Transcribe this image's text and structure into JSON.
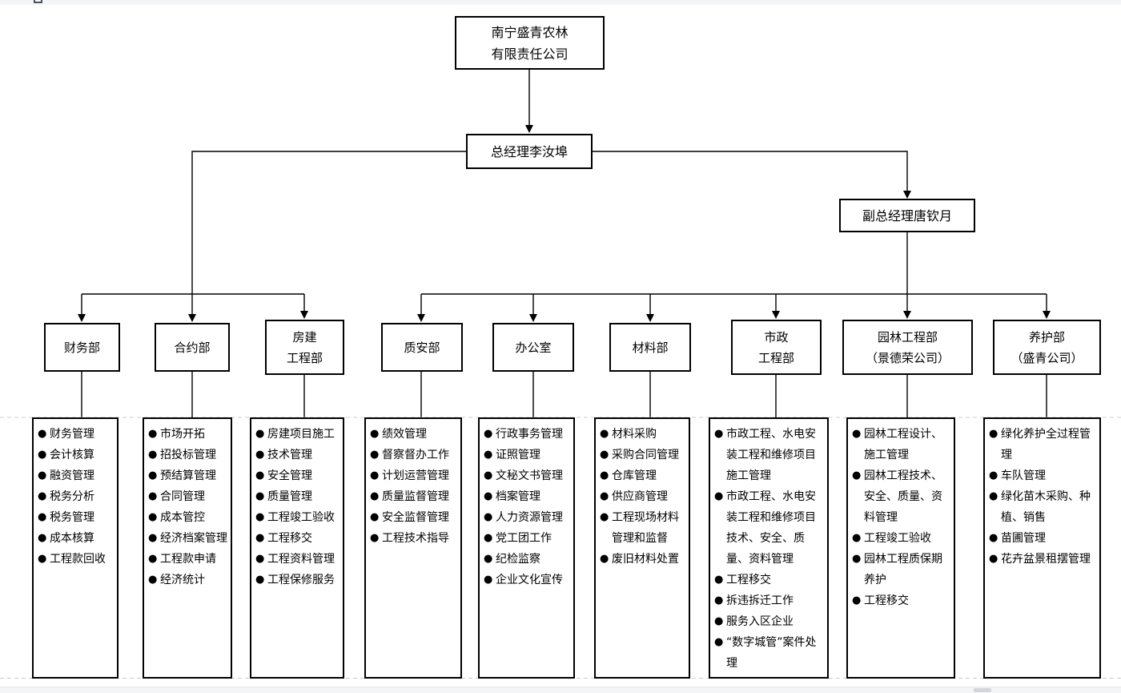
{
  "company": {
    "name_lines": [
      "南宁盛青农林",
      "有限责任公司"
    ]
  },
  "general_manager": {
    "label": "总经理李汝埠"
  },
  "deputy_general_manager": {
    "label": "副总经理唐钦月"
  },
  "bullet": "●",
  "colors": {
    "line": "#000000",
    "dashed_gridline": "#cccccc",
    "chrome_bar": "#f4f5f7",
    "scroll_thumb": "#d2d5d9"
  },
  "icons": {
    "top_left": "window-control-icon",
    "bottom_right": "horizontal-scrollbar-thumb"
  },
  "departments": [
    {
      "name_lines": [
        "财务部"
      ],
      "items": [
        "财务管理",
        "会计核算",
        "融资管理",
        "税务分析",
        "税务管理",
        "成本核算",
        "工程款回收"
      ]
    },
    {
      "name_lines": [
        "合约部"
      ],
      "items": [
        "市场开拓",
        "招投标管理",
        "预结算管理",
        "合同管理",
        "成本管控",
        "经济档案管理",
        "工程款申请",
        "经济统计"
      ]
    },
    {
      "name_lines": [
        "房建",
        "工程部"
      ],
      "items": [
        "房建项目施工",
        "技术管理",
        "安全管理",
        "质量管理",
        "工程竣工验收",
        "工程移交",
        "工程资料管理",
        "工程保修服务"
      ]
    },
    {
      "name_lines": [
        "质安部"
      ],
      "items": [
        "绩效管理",
        "督察督办工作",
        "计划运营管理",
        "质量监督管理",
        "安全监督管理",
        "工程技术指导"
      ]
    },
    {
      "name_lines": [
        "办公室"
      ],
      "items": [
        "行政事务管理",
        "证照管理",
        "文秘文书管理",
        "档案管理",
        "人力资源管理",
        "党工团工作",
        "纪检监察",
        "企业文化宣传"
      ]
    },
    {
      "name_lines": [
        "材料部"
      ],
      "items": [
        "材料采购",
        "采购合同管理",
        "仓库管理",
        "供应商管理",
        "工程现场材料管理和监督",
        "废旧材料处置"
      ]
    },
    {
      "name_lines": [
        "市政",
        "工程部"
      ],
      "items": [
        "市政工程、水电安装工程和维修项目施工管理",
        "市政工程、水电安装工程和维修项目技术、安全、质量、资料管理",
        "工程移交",
        "拆违拆迁工作",
        "服务入区企业",
        "“数字城管”案件处理"
      ]
    },
    {
      "name_lines": [
        "园林工程部",
        "（景德荣公司）"
      ],
      "items": [
        "园林工程设计、施工管理",
        "园林工程技术、安全、质量、资料管理",
        "工程竣工验收",
        "园林工程质保期养护",
        "工程移交"
      ]
    },
    {
      "name_lines": [
        "养护部",
        "（盛青公司）"
      ],
      "items": [
        "绿化养护全过程管理",
        "车队管理",
        "绿化苗木采购、种植、销售",
        "苗圃管理",
        "花卉盆景租摆管理"
      ]
    }
  ]
}
